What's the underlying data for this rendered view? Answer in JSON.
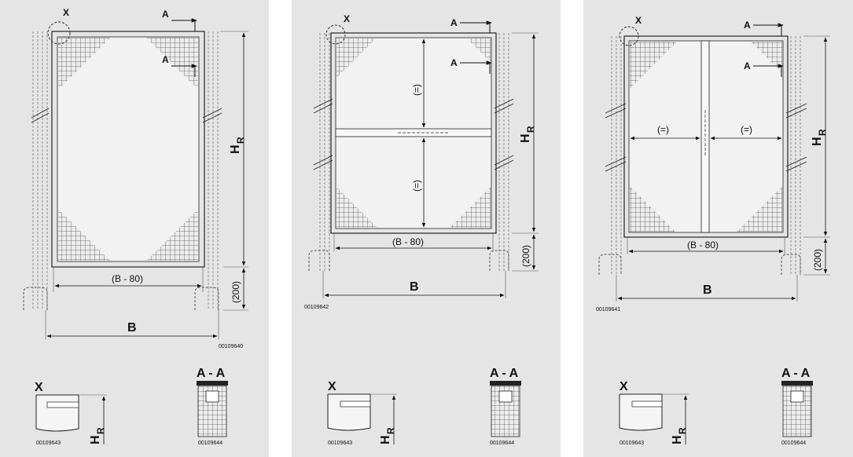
{
  "panels": [
    {
      "label_x": "X",
      "label_a": "A",
      "dim_inner": "(B - 80)",
      "dim_base": "(200)",
      "dim_width": "B",
      "dim_height_main": "H",
      "dim_height_sub": "R",
      "code_main": "00109640",
      "detail_x_title": "X",
      "detail_x_code": "00109643",
      "detail_aa_title": "A - A",
      "detail_aa_code": "00109644"
    },
    {
      "label_x": "X",
      "label_a": "A",
      "dim_inner": "(B - 80)",
      "dim_base": "(200)",
      "dim_width": "B",
      "dim_height_main": "H",
      "dim_height_sub": "R",
      "dim_equal": "(=)",
      "code_main": "00109642",
      "detail_x_title": "X",
      "detail_x_code": "00109643",
      "detail_aa_title": "A - A",
      "detail_aa_code": "00109644"
    },
    {
      "label_x": "X",
      "label_a": "A",
      "dim_inner": "(B - 80)",
      "dim_base": "(200)",
      "dim_width": "B",
      "dim_height_main": "H",
      "dim_height_sub": "R",
      "dim_equal": "(=)",
      "code_main": "00109641",
      "detail_x_title": "X",
      "detail_x_code": "00109643",
      "detail_aa_title": "A - A",
      "detail_aa_code": "00109644"
    }
  ]
}
